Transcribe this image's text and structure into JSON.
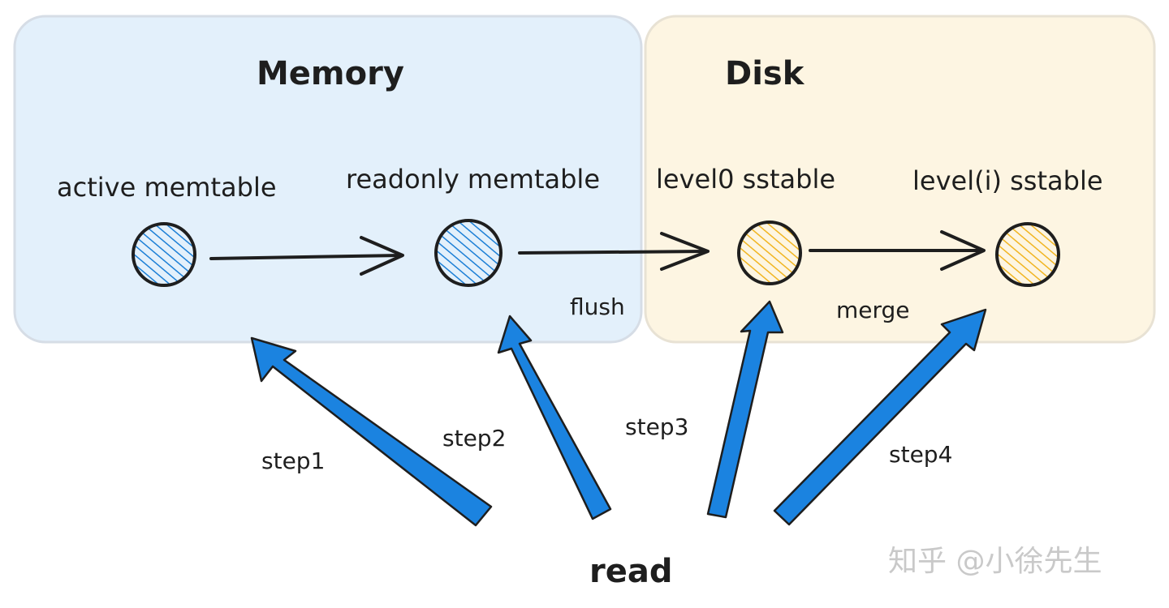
{
  "regions": {
    "memory": {
      "title": "Memory"
    },
    "disk": {
      "title": "Disk"
    }
  },
  "nodes": [
    {
      "label": "active memtable"
    },
    {
      "label": "readonly memtable"
    },
    {
      "label": "level0 sstable"
    },
    {
      "label": "level(i) sstable"
    }
  ],
  "edges": [
    {
      "label": "flush"
    },
    {
      "label": "merge"
    }
  ],
  "read": {
    "label": "read",
    "steps": [
      "step1",
      "step2",
      "step3",
      "step4"
    ]
  },
  "watermark": "知乎 @小徐先生",
  "colors": {
    "memory_fill": "#e3f0fb",
    "memory_border": "#d6dde6",
    "disk_fill": "#fdf5e2",
    "disk_border": "#e8e2d4",
    "memory_hatch": "#1c7fd6",
    "disk_hatch": "#f1b522",
    "read_arrow": "#1b83e0",
    "ink": "#1e1e1e"
  }
}
